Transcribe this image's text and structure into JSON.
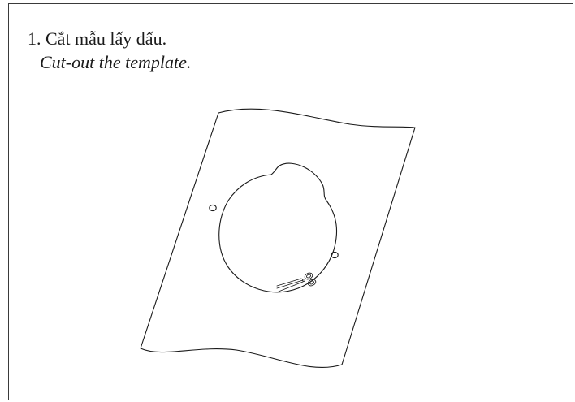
{
  "step": {
    "title_vi": "1. Cắt mẫu lấy dấu.",
    "title_en": "Cut-out the template."
  },
  "figure": {
    "line_color": "#1a1a1a",
    "paper_color": "#ffffff",
    "icons": [
      "template-sheet",
      "mounting-hole",
      "scissors-icon"
    ]
  }
}
